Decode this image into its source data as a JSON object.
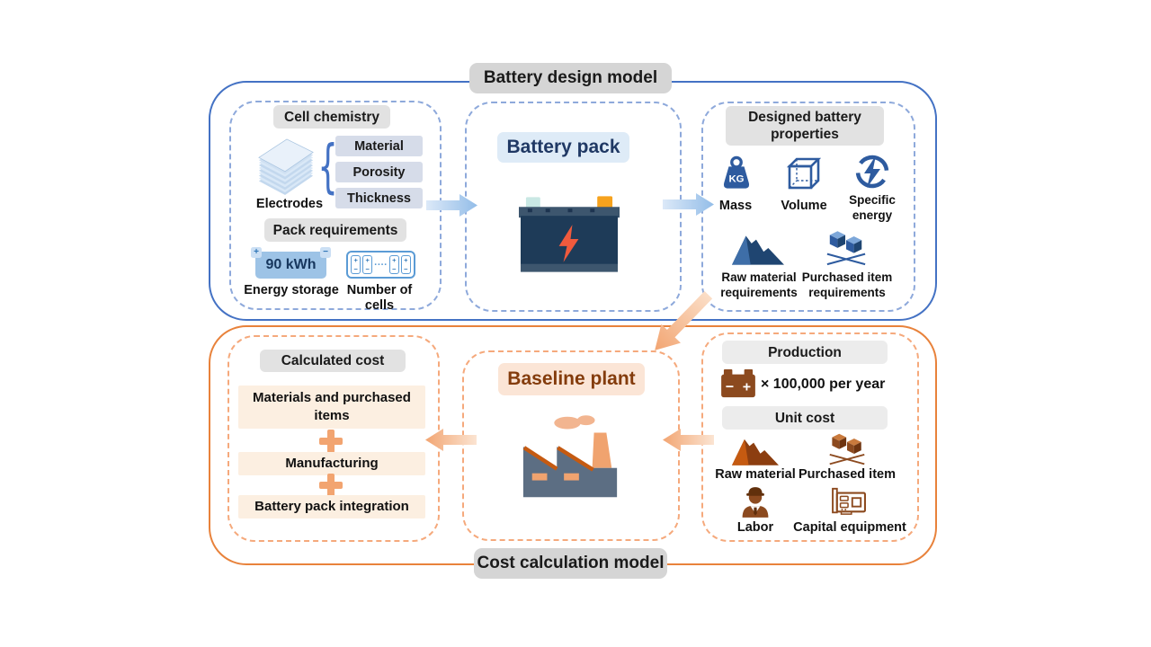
{
  "design": {
    "title": "Battery design model",
    "cell_chemistry": {
      "header": "Cell chemistry",
      "electrodes_label": "Electrodes",
      "parameters": [
        "Material",
        "Porosity",
        "Thickness"
      ],
      "pack_header": "Pack requirements",
      "energy_value": "90 kWh",
      "energy_plus": "+",
      "energy_minus": "−",
      "energy_label": "Energy storage",
      "cell_plus": "+",
      "cell_minus": "−",
      "cell_dots": "····",
      "cells_label": "Number of cells"
    },
    "battery_pack_title": "Battery pack",
    "properties": {
      "header": "Designed battery properties",
      "mass_unit": "KG",
      "items": [
        {
          "icon": "kg-weight-icon",
          "label": "Mass"
        },
        {
          "icon": "cube-icon",
          "label": "Volume"
        },
        {
          "icon": "lightning-circle-icon",
          "label": "Specific energy"
        },
        {
          "icon": "mountain-icon",
          "label": "Raw material requirements"
        },
        {
          "icon": "boxes-icon",
          "label": "Purchased item requirements"
        }
      ]
    }
  },
  "cost": {
    "title": "Cost calculation model",
    "calculated": {
      "header": "Calculated cost",
      "operator": "+",
      "items": [
        "Materials and purchased items",
        "Manufacturing",
        "Battery pack integration"
      ]
    },
    "baseline_title": "Baseline plant",
    "production": {
      "header": "Production",
      "battery_minus": "−",
      "battery_plus": "+",
      "rate": "× 100,000 per year",
      "unit_cost_header": "Unit cost",
      "items": [
        {
          "icon": "mountain-icon",
          "label": "Raw material"
        },
        {
          "icon": "boxes-icon",
          "label": "Purchased item"
        },
        {
          "icon": "worker-icon",
          "label": "Labor"
        },
        {
          "icon": "circuit-card-icon",
          "label": "Capital equipment"
        }
      ]
    }
  },
  "colors": {
    "design_border": "#4472c4",
    "design_dashed": "#8ea9db",
    "cost_border": "#e8823b",
    "cost_dashed": "#f5a97c",
    "pill_bg": "#d5d5d5",
    "battery_pack_title": "#1f3864",
    "baseline_plant_title": "#843c0c",
    "cost_box_bg": "#fcefe1",
    "blue_icon": "#2e5b9f",
    "brown_icon": "#8c4a1f"
  }
}
